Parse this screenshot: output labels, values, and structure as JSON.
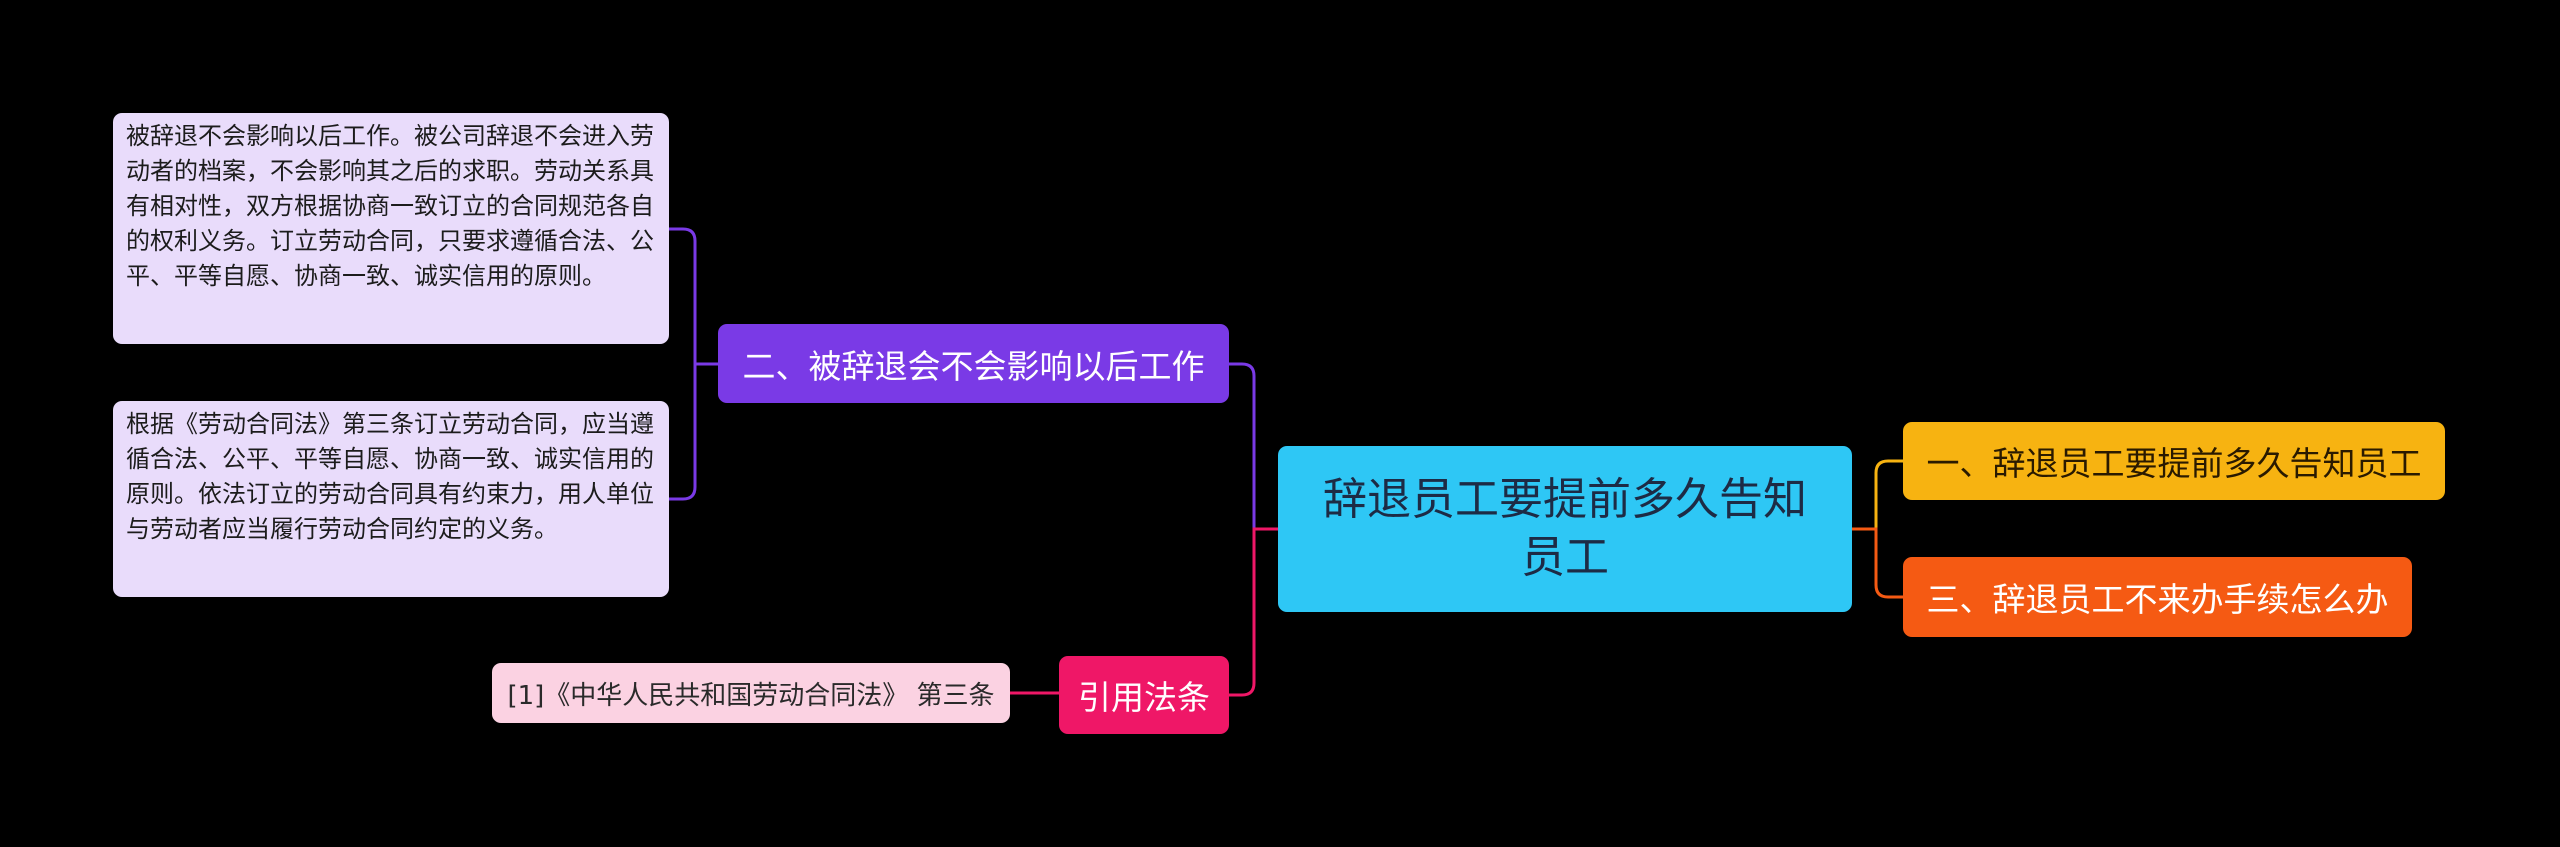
{
  "diagram": {
    "type": "mind-map",
    "central": {
      "text": "辞退员工要提前多久告知员工"
    },
    "right_branches": [
      {
        "text": "一、辞退员工要提前多久告知员工",
        "color": "#f7b311"
      },
      {
        "text": "三、辞退员工不来办手续怎么办",
        "color": "#f55a13"
      }
    ],
    "left_branch": {
      "text": "二、被辞退会不会影响以后工作",
      "color": "#7a3ae6",
      "details": [
        {
          "text": "被辞退不会影响以后工作。被公司辞退不会进入劳动者的档案，不会影响其之后的求职。劳动关系具有相对性，双方根据协商一致订立的合同规范各自的权利义务。订立劳动合同，只要求遵循合法、公平、平等自愿、协商一致、诚实信用的原则。"
        },
        {
          "text": "根据《劳动合同法》第三条订立劳动合同，应当遵循合法、公平、平等自愿、协商一致、诚实信用的原则。依法订立的劳动合同具有约束力，用人单位与劳动者应当履行劳动合同约定的义务。"
        }
      ]
    },
    "reference": {
      "label": "引用法条",
      "color": "#ef1767",
      "citation": "[1]《中华人民共和国劳动合同法》 第三条"
    },
    "colors": {
      "background": "#000000",
      "central": "#2ec7f5",
      "detail_box": "#e9dcfb",
      "citation_box": "#fbd2e2"
    }
  }
}
